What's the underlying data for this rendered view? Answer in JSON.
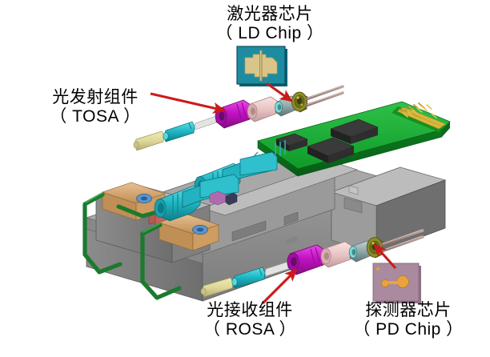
{
  "figure": {
    "title": "Exploded view of an optical transceiver module",
    "background_color": "#ffffff",
    "arrow_color": "#cc1a1a"
  },
  "labels": {
    "ld_chip": {
      "cn": "激光器芯片",
      "en": "（ LD Chip ）"
    },
    "tosa": {
      "cn": "光发射组件",
      "en": "（ TOSA ）"
    },
    "rosa": {
      "cn": "光接收组件",
      "en": "（ ROSA ）"
    },
    "pd_chip": {
      "cn": "探测器芯片",
      "en": "（ PD Chip ）"
    }
  },
  "components": {
    "ld_chip_icon": {
      "name": "LD chip die",
      "body_color": "#1e8ca0",
      "pattern_color": "#d9c48a"
    },
    "pd_chip_icon": {
      "name": "PD chip die",
      "body_color": "#a98a9e",
      "pad_color": "#e8a33c"
    },
    "pcb": {
      "name": "Printed circuit board",
      "color": "#12a02c",
      "ic_color": "#2b2b2b",
      "gold_finger_color": "#c8a22a",
      "ic_count": 3
    },
    "housing": {
      "name": "Metal housing",
      "color": "#9d9d9d"
    },
    "bail_latch": {
      "name": "Bail latch wire",
      "color": "#1b7a2e"
    },
    "optical_ports": {
      "name": "LC optical receptacles",
      "color": "#1fb5c4",
      "count": 2
    },
    "tosa_barrel": {
      "name": "TOSA barrel",
      "color": "#c312c3"
    },
    "rosa_barrel": {
      "name": "ROSA barrel",
      "color": "#c312c3"
    },
    "pink_ring": {
      "name": "Alignment ring",
      "color": "#e8c4c4"
    },
    "to_can": {
      "name": "TO-can header",
      "color": "#8c8c25",
      "body_color": "#8fa8a8"
    },
    "ferrule": {
      "name": "Fiber ferrule",
      "color": "#ded89a"
    },
    "sleeve": {
      "name": "Cyan sleeve",
      "color": "#23c8d2"
    },
    "screw_blocks": {
      "name": "Mounting blocks",
      "color": "#d9a86e",
      "screw_color": "#2e6fb0"
    },
    "red_block": {
      "name": "Center block",
      "color": "#c4625c"
    }
  },
  "arrows": [
    {
      "name": "arrow-to-ld-chip",
      "from": "ld_chip label",
      "to": "TO-can header (top)"
    },
    {
      "name": "arrow-to-tosa",
      "from": "tosa label",
      "to": "TOSA magenta barrel"
    },
    {
      "name": "arrow-to-rosa",
      "from": "rosa label",
      "to": "ROSA magenta barrel"
    },
    {
      "name": "arrow-to-pd-chip",
      "from": "pd_chip label",
      "to": "TO-can header (bottom)"
    }
  ]
}
